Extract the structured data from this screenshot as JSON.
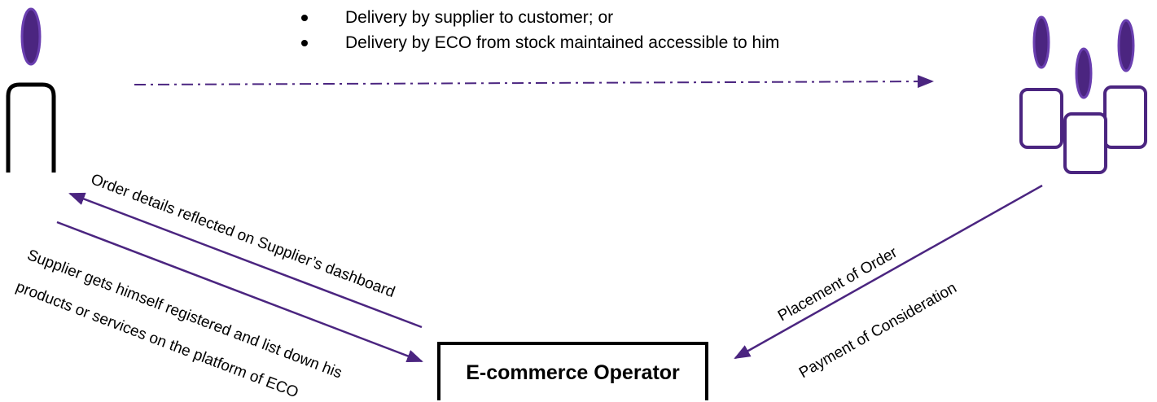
{
  "delivery_options": [
    "Delivery by supplier to customer; or",
    "Delivery by ECO from stock maintained accessible to him"
  ],
  "flows": {
    "order_details": "Order details reflected on Supplier’s dashboard",
    "supplier_registration_line1": "Supplier gets himself registered and list down his",
    "supplier_registration_line2": "products or services on the platform of ECO",
    "placement_of_order": "Placement of Order",
    "payment_of_consideration": "Payment of Consideration"
  },
  "operator": {
    "label": "E-commerce Operator"
  },
  "colors": {
    "accent": "#4b2580",
    "accent_light": "#6a3fb0",
    "outline": "#000000"
  }
}
